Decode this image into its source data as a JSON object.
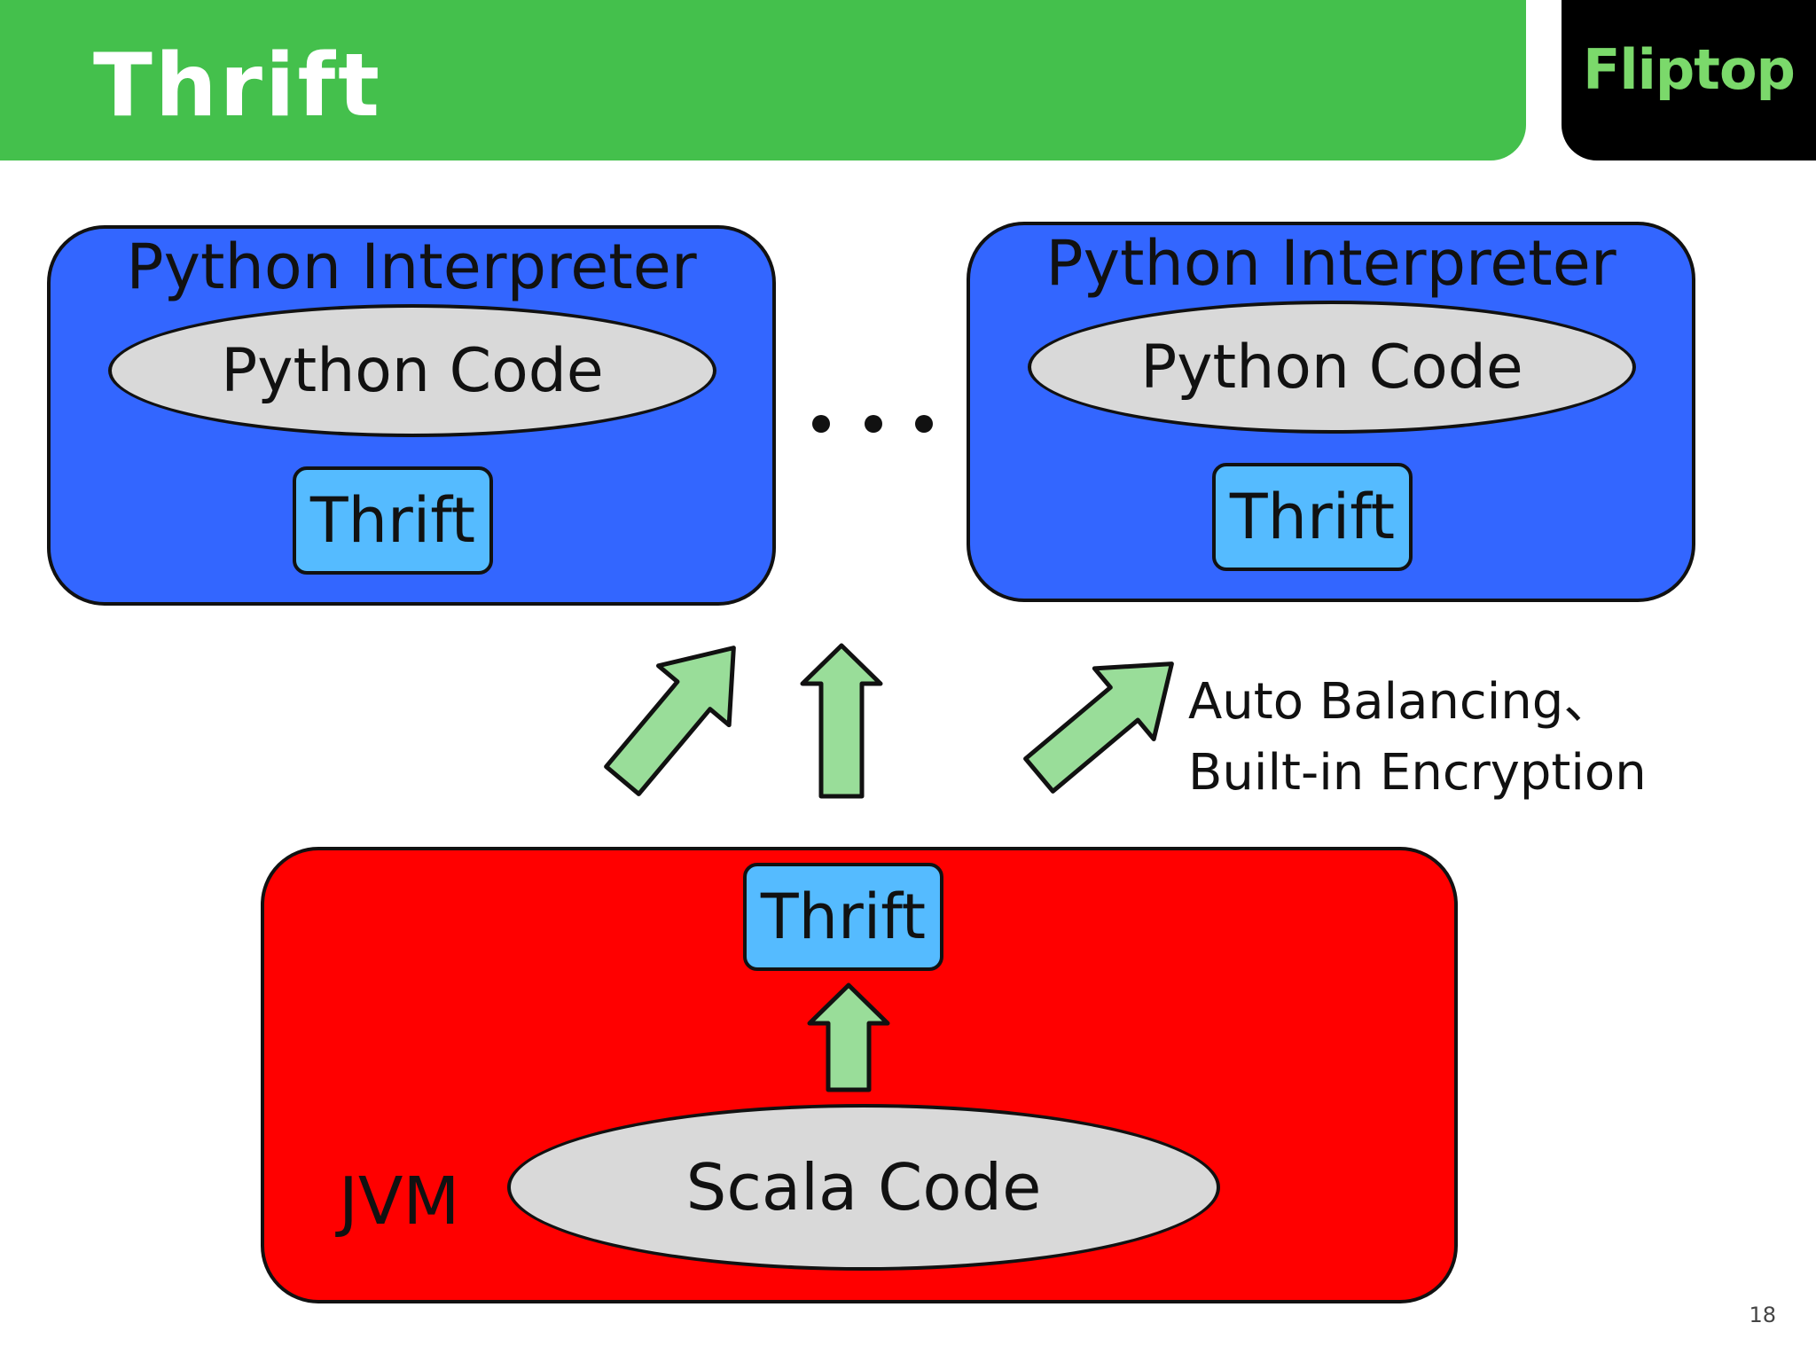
{
  "slide": {
    "title": "Thrift",
    "page_number": "18"
  },
  "logo": {
    "text": "Fliptop"
  },
  "colors": {
    "title_bg": "#44c04c",
    "logo_bg": "#000000",
    "logo_fg": "#7bd96b",
    "python_bg": "#3366ff",
    "jvm_bg": "#ff0000",
    "ellipse_bg": "#d9d9d9",
    "thrift_bg": "#55bbff",
    "arrow_fill": "#99dd99"
  },
  "diagram": {
    "left_interpreter": {
      "title": "Python Interpreter",
      "code": "Python Code",
      "thrift": "Thrift"
    },
    "ellipsis": "• • •",
    "right_interpreter": {
      "title": "Python Interpreter",
      "code": "Python Code",
      "thrift": "Thrift"
    },
    "annotation": {
      "line1": "Auto Balancing、",
      "line2": "Built-in Encryption"
    },
    "jvm": {
      "label": "JVM",
      "thrift": "Thrift",
      "code": "Scala Code"
    }
  }
}
